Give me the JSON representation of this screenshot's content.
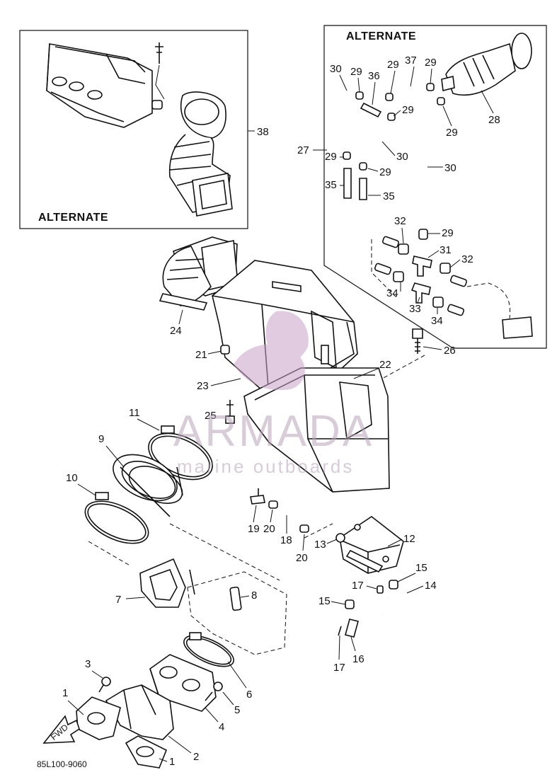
{
  "alt_box_left": "ALTERNATE",
  "alt_box_right": "ALTERNATE",
  "drawing_code": "85L100-9060",
  "fwd_arrow": "FWD",
  "watermark": {
    "brand": "ARMADA",
    "tagline": "marine outboards",
    "color": "#c8a2c8"
  },
  "callouts": {
    "c1a": "1",
    "c1b": "1",
    "c2": "2",
    "c3": "3",
    "c4": "4",
    "c5": "5",
    "c6": "6",
    "c7": "7",
    "c8": "8",
    "c9": "9",
    "c10": "10",
    "c11": "11",
    "c12": "12",
    "c13": "13",
    "c14": "14",
    "c15a": "15",
    "c15b": "15",
    "c16": "16",
    "c17a": "17",
    "c17b": "17",
    "c18": "18",
    "c19": "19",
    "c20a": "20",
    "c20b": "20",
    "c21": "21",
    "c22": "22",
    "c23": "23",
    "c24": "24",
    "c25": "25",
    "c26": "26",
    "c27": "27",
    "c28": "28",
    "c29a": "29",
    "c29b": "29",
    "c29c": "29",
    "c29d": "29",
    "c29e": "29",
    "c29f": "29",
    "c29g": "29",
    "c30a": "30",
    "c30b": "30",
    "c30c": "30",
    "c31": "31",
    "c32a": "32",
    "c32b": "32",
    "c33": "33",
    "c34a": "34",
    "c34b": "34",
    "c35a": "35",
    "c35b": "35",
    "c36": "36",
    "c37": "37",
    "c38": "38"
  }
}
